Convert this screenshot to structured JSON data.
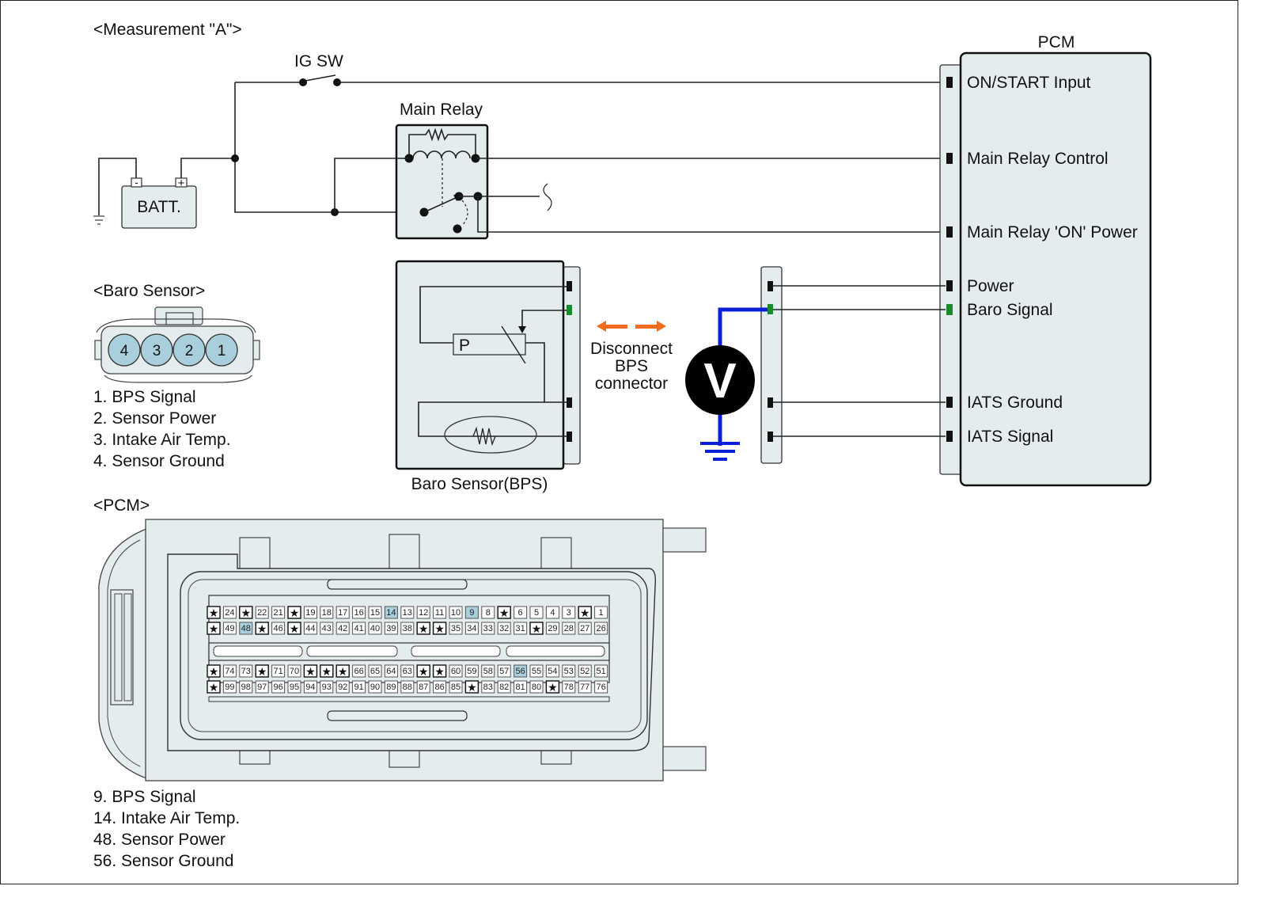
{
  "title": "<Measurement \"A\">",
  "ig_switch_label": "IG SW",
  "main_relay_label": "Main Relay",
  "battery_label": "BATT.",
  "battery_terminals": {
    "negative": "-",
    "positive": "+"
  },
  "pcm": {
    "label": "PCM",
    "terminals": [
      {
        "label": "ON/START Input",
        "highlight": false
      },
      {
        "label": "Main Relay Control",
        "highlight": false
      },
      {
        "label": "Main Relay 'ON' Power",
        "highlight": false
      },
      {
        "label": "Power",
        "highlight": false
      },
      {
        "label": "Baro Signal",
        "highlight": true
      },
      {
        "label": "IATS Ground",
        "highlight": false
      },
      {
        "label": "IATS Signal",
        "highlight": false
      }
    ]
  },
  "baro_sensor_block": {
    "label": "Baro Sensor(BPS)",
    "element_label": "P"
  },
  "disconnect_note": [
    "Disconnect",
    "BPS",
    "connector"
  ],
  "voltmeter_label": "V",
  "baro_connector": {
    "title": "<Baro Sensor>",
    "pins": [
      "4",
      "3",
      "2",
      "1"
    ],
    "legend": [
      {
        "text": "1. BPS Signal",
        "highlight": true
      },
      {
        "text": "2. Sensor Power",
        "highlight": false
      },
      {
        "text": "3. Intake Air Temp.",
        "highlight": false
      },
      {
        "text": "4. Sensor Ground",
        "highlight": false
      }
    ]
  },
  "pcm_connector": {
    "title": "<PCM>",
    "rows": [
      [
        "*",
        "24",
        "*",
        "22",
        "21",
        "*",
        "19",
        "18",
        "17",
        "16",
        "15",
        "14",
        "13",
        "12",
        "11",
        "10",
        "9",
        "8",
        "*",
        "6",
        "5",
        "4",
        "3",
        "*",
        "1"
      ],
      [
        "*",
        "49",
        "48",
        "*",
        "46",
        "*",
        "44",
        "43",
        "42",
        "41",
        "40",
        "39",
        "38",
        "*",
        "*",
        "35",
        "34",
        "33",
        "32",
        "31",
        "*",
        "29",
        "28",
        "27",
        "26"
      ],
      [
        "*",
        "74",
        "73",
        "*",
        "71",
        "70",
        "*",
        "*",
        "*",
        "66",
        "65",
        "64",
        "63",
        "*",
        "*",
        "60",
        "59",
        "58",
        "57",
        "56",
        "55",
        "54",
        "53",
        "52",
        "51"
      ],
      [
        "*",
        "99",
        "98",
        "97",
        "96",
        "95",
        "94",
        "93",
        "92",
        "91",
        "90",
        "89",
        "88",
        "87",
        "86",
        "85",
        "*",
        "83",
        "82",
        "81",
        "80",
        "*",
        "78",
        "77",
        "76"
      ]
    ],
    "highlighted_pins": [
      "9",
      "14",
      "48",
      "56"
    ],
    "legend": [
      {
        "text": "9. BPS Signal",
        "highlight": true
      },
      {
        "text": "14. Intake Air Temp.",
        "highlight": false
      },
      {
        "text": "48. Sensor Power",
        "highlight": false
      },
      {
        "text": "56. Sensor Ground",
        "highlight": false
      }
    ]
  },
  "colors": {
    "highlight_text": "#1a8a2e",
    "probe_wire": "#0a1fd6",
    "disconnect_arrows": "#f26a1b",
    "pin_highlight": "#a9cfdc",
    "body_fill": "#e4ecee"
  }
}
